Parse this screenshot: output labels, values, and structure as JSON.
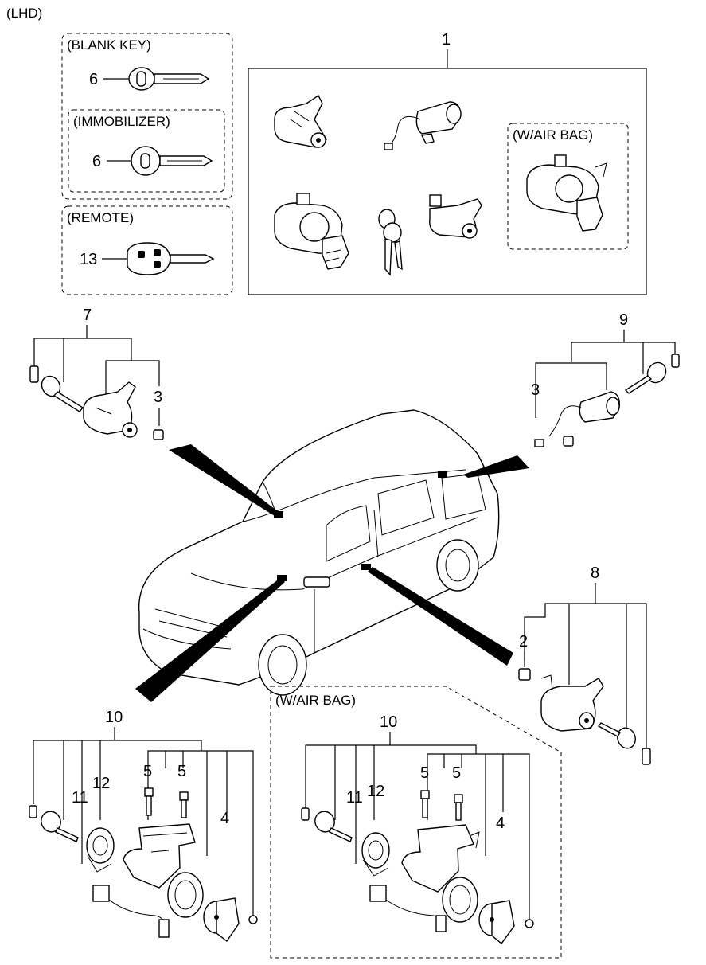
{
  "drive_label": "(LHD)",
  "groups": {
    "blank_key": "(BLANK KEY)",
    "immobilizer": "(IMMOBILIZER)",
    "remote": "(REMOTE)",
    "airbag_top": "(W/AIR BAG)",
    "airbag_bottom": "(W/AIR BAG)"
  },
  "callouts": {
    "c1": "1",
    "c2": "2",
    "c3a": "3",
    "c3b": "3",
    "c4a": "4",
    "c4b": "4",
    "c5a": "5",
    "c5b": "5",
    "c5c": "5",
    "c5d": "5",
    "c6a": "6",
    "c6b": "6",
    "c7": "7",
    "c8": "8",
    "c9": "9",
    "c10a": "10",
    "c10b": "10",
    "c11a": "11",
    "c11b": "11",
    "c12a": "12",
    "c12b": "12",
    "c13": "13"
  }
}
